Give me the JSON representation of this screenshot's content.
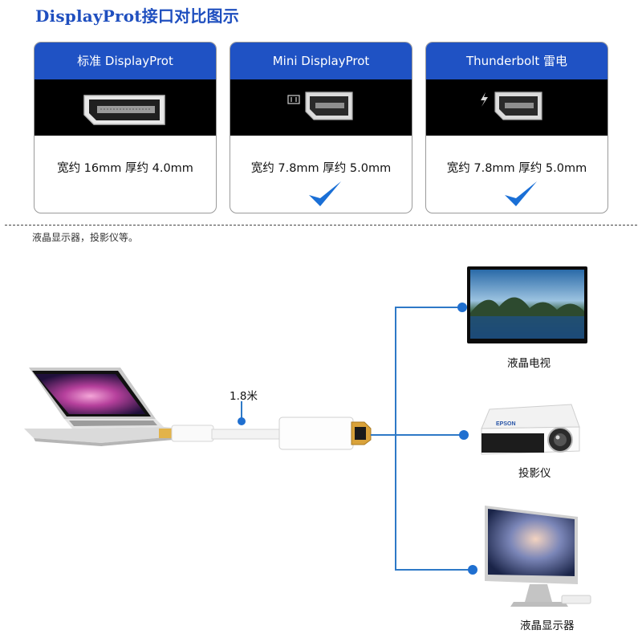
{
  "title": "DisplayProt接口对比图示",
  "cards": [
    {
      "header": "标准 DisplayProt",
      "spec": "宽约 16mm  厚约 4.0mm",
      "connector_icon": "displayport-port-icon",
      "checked": false
    },
    {
      "header": "Mini DisplayProt",
      "spec": "宽约 7.8mm  厚约 5.0mm",
      "connector_icon": "mini-displayport-port-icon",
      "checked": true
    },
    {
      "header": "Thunderbolt 雷电",
      "spec": "宽约 7.8mm  厚约 5.0mm",
      "connector_icon": "thunderbolt-port-icon",
      "checked": true
    }
  ],
  "note": "液晶显示器，投影仪等。",
  "cable": {
    "length_label": "1.8米"
  },
  "devices": [
    {
      "label": "液晶电视",
      "icon": "tv-icon"
    },
    {
      "label": "投影仪",
      "icon": "projector-icon"
    },
    {
      "label": "液晶显示器",
      "icon": "monitor-icon"
    }
  ],
  "projector_brand": "EPSON",
  "colors": {
    "accent": "#1f52c4",
    "title": "#1f4fbf",
    "line": "#2e79c7",
    "check": "#1a6fd6"
  }
}
